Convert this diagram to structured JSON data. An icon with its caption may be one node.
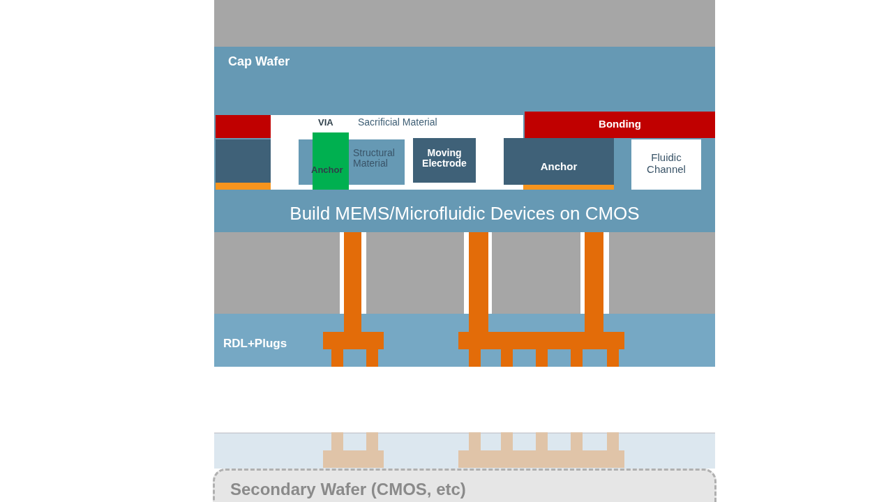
{
  "diagram": {
    "nodes": [
      {
        "text": [
          "Cap Wafer"
        ]
      },
      {
        "text": [
          "Sacrificial Material"
        ]
      },
      {
        "text": [
          "Structural Material"
        ],
        "in": 1
      },
      {
        "text": [
          "VIA",
          "Anchor"
        ],
        "in": 1
      },
      {
        "text": [
          "Moving Electrode"
        ],
        "in": 1
      },
      {
        "text": [
          "Bonding"
        ]
      },
      {
        "text": [
          "Anchor"
        ]
      },
      {
        "text": [
          "Fluidic Channel"
        ]
      },
      {
        "text": [
          "Build MEMS/Microfluidic Devices on CMOS"
        ]
      },
      {
        "text": [
          "RDL+Plugs"
        ]
      },
      {
        "text": [
          "Secondary Wafer (CMOS, etc)"
        ]
      }
    ]
  }
}
